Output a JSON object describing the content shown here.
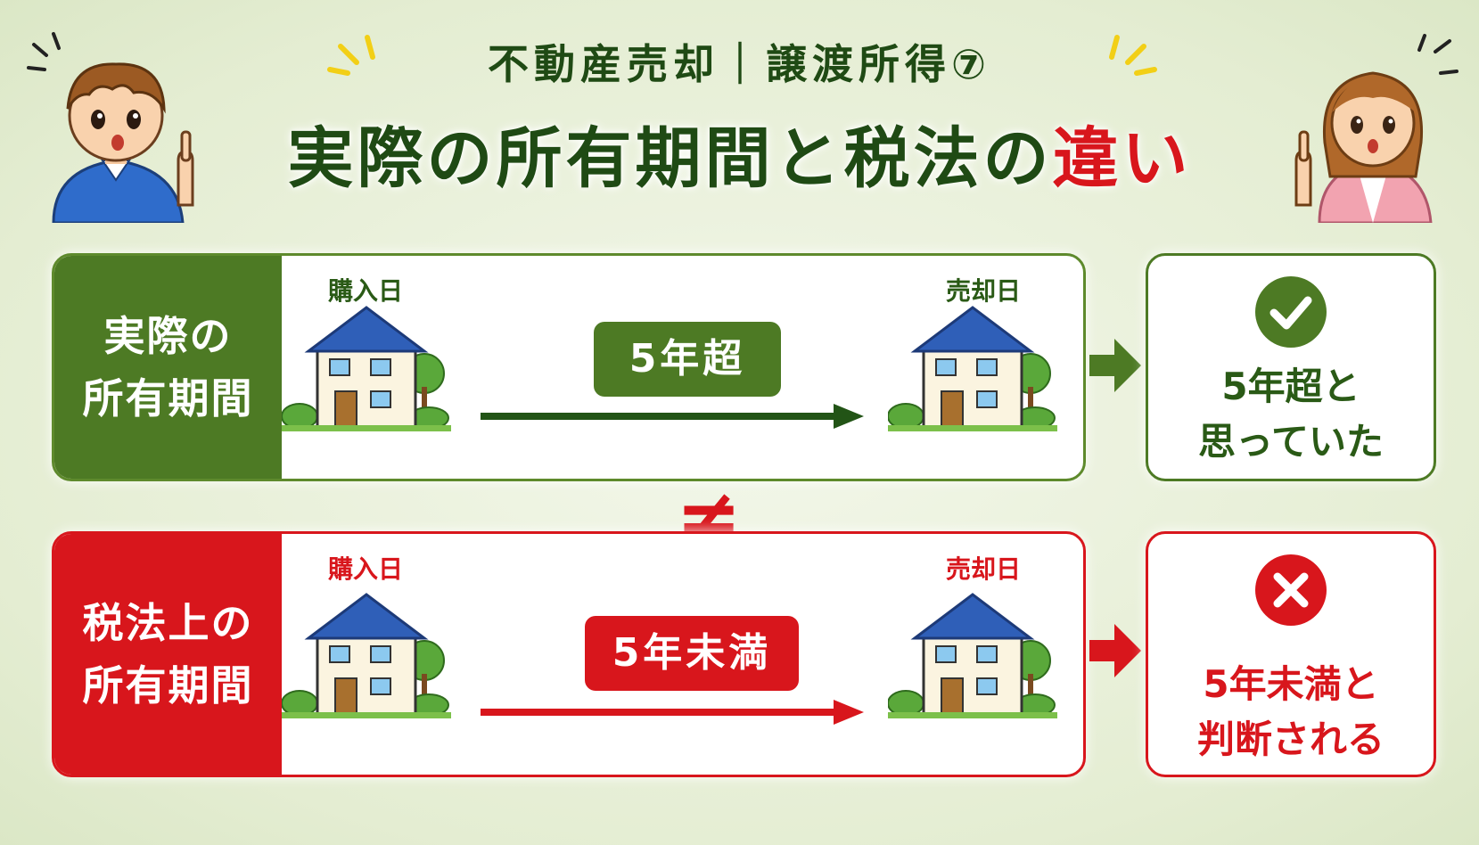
{
  "header": {
    "subtitle": "不動産売却｜譲渡所得⑦",
    "title_main": "実際の所有期間と税法の",
    "title_highlight": "違い"
  },
  "actual": {
    "label_line1": "実際の",
    "label_line2": "所有期間",
    "purchase_label": "購入日",
    "sale_label": "売却日",
    "period": "5年超",
    "result_line1": "5年超と",
    "result_line2": "思っていた",
    "result_icon": "check-icon"
  },
  "tax": {
    "label_line1": "税法上の",
    "label_line2": "所有期間",
    "purchase_label": "購入日",
    "sale_label": "売却日",
    "period": "5年未満",
    "result_line1": "5年未満と",
    "result_line2": "判断される",
    "result_icon": "cross-icon"
  },
  "not_equal": "≠",
  "colors": {
    "green": "#4d7a24",
    "red": "#d8161c",
    "dark_green": "#1f4a14",
    "background": "#e8f0d8"
  }
}
